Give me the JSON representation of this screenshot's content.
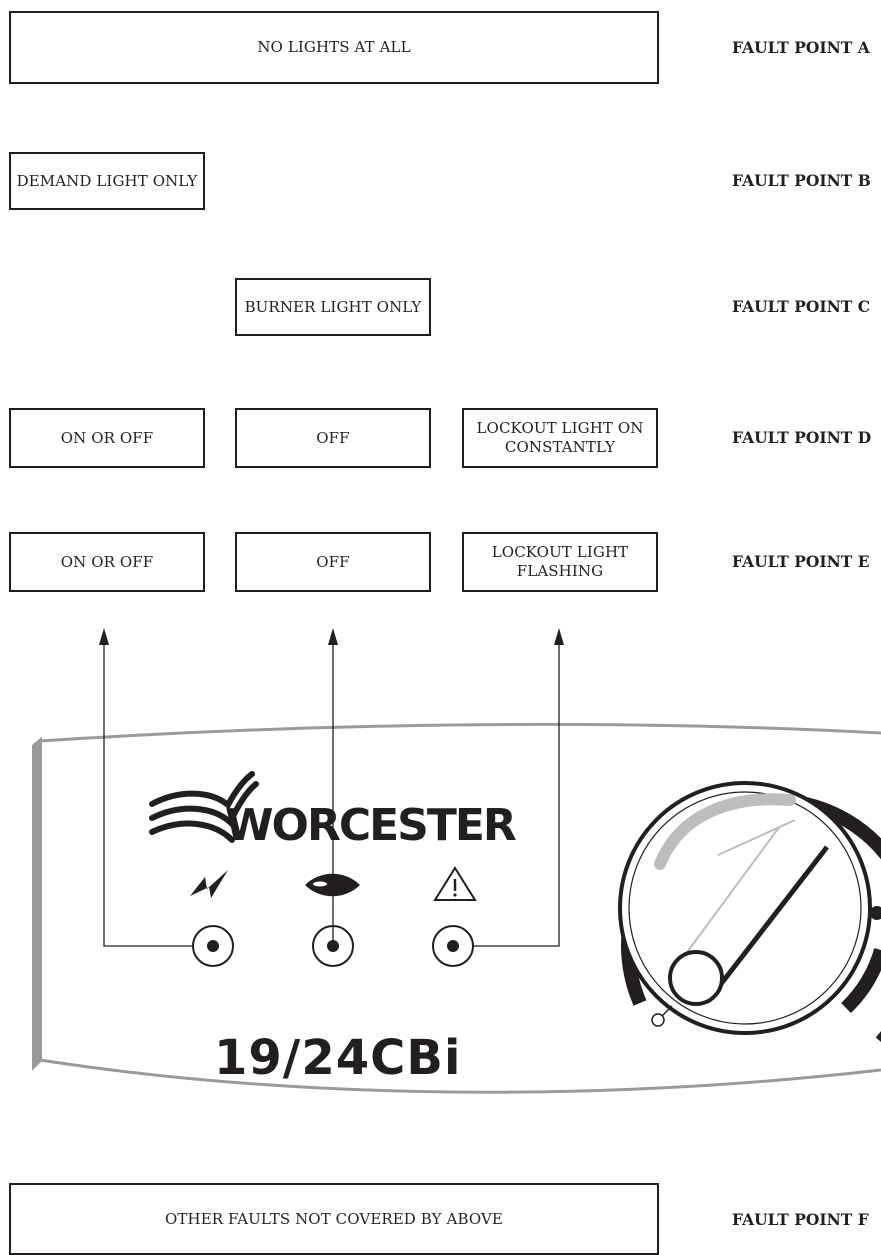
{
  "boxes": {
    "a": "NO LIGHTS AT ALL",
    "b": "DEMAND LIGHT ONLY",
    "c": "BURNER LIGHT ONLY",
    "d1": "ON OR OFF",
    "d2": "OFF",
    "d3": "LOCKOUT LIGHT ON\nCONSTANTLY",
    "e1": "ON OR OFF",
    "e2": "OFF",
    "e3": "LOCKOUT LIGHT\nFLASHING",
    "f": "OTHER FAULTS NOT COVERED BY ABOVE"
  },
  "fault_points": {
    "a": "FAULT POINT A",
    "b": "FAULT POINT B",
    "c": "FAULT POINT C",
    "d": "FAULT POINT D",
    "e": "FAULT POINT E",
    "f": "FAULT POINT F"
  },
  "panel": {
    "brand": "WORCESTER",
    "model": "19/24CBi"
  },
  "icons": {
    "demand": "lightning-icon",
    "burner": "flame-icon",
    "lockout": "warning-triangle-icon",
    "knob": "temperature-knob-icon"
  },
  "colors": {
    "ink": "#231f20",
    "panel_edge": "#9a9a9a",
    "dial_grey": "#bdbdbd"
  }
}
